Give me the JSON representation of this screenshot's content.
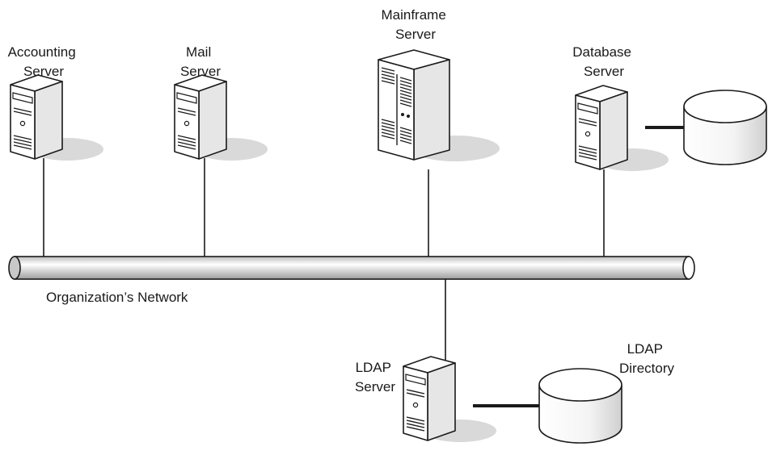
{
  "nodes": {
    "accounting": {
      "line1": "Accounting",
      "line2": "Server",
      "icon": "tower-server-icon"
    },
    "mail": {
      "line1": "Mail",
      "line2": "Server",
      "icon": "tower-server-icon"
    },
    "mainframe": {
      "line1": "Mainframe",
      "line2": "Server",
      "icon": "mainframe-server-icon"
    },
    "database": {
      "line1": "Database",
      "line2": "Server",
      "icon": "tower-server-icon"
    },
    "ldap": {
      "line1": "LDAP",
      "line2": "Server",
      "icon": "tower-server-icon"
    },
    "ldap_directory": {
      "line1": "LDAP",
      "line2": "Directory",
      "icon": "disk-storage-icon"
    }
  },
  "network": {
    "label": "Organization’s Network"
  },
  "colors": {
    "stroke": "#1a1a1a",
    "fill": "#ffffff",
    "shadow": "#d9d9d9",
    "shade": "#e6e6e6"
  }
}
